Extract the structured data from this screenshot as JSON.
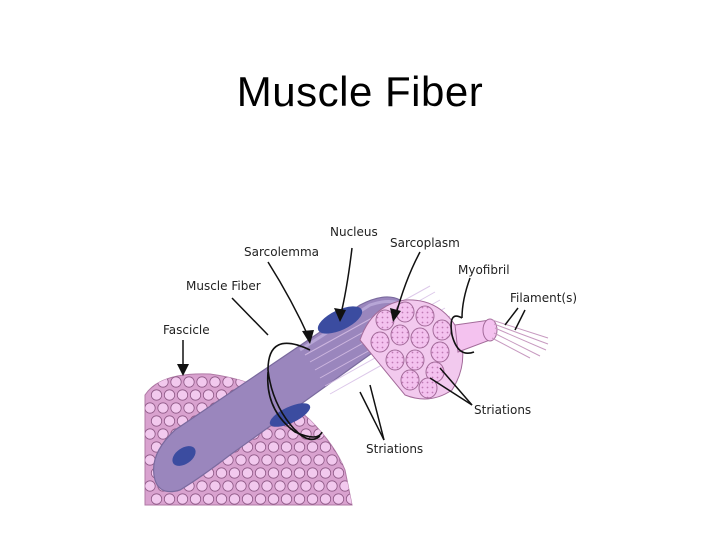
{
  "slide": {
    "title": "Muscle Fiber"
  },
  "diagram": {
    "labels": {
      "nucleus": "Nucleus",
      "sarcolemma": "Sarcolemma",
      "sarcoplasm": "Sarcoplasm",
      "myofibril": "Myofibril",
      "muscle_fiber": "Muscle Fiber",
      "filaments": "Filament(s)",
      "fascicle": "Fascicle",
      "striations_upper": "Striations",
      "striations_lower": "Striations"
    },
    "colors": {
      "fascicle_tissue": "#d9a2cf",
      "cell_fill": "#f2c9ee",
      "fiber": "#9a86bd",
      "nucleus": "#3b4ca0",
      "myofibril": "#f4c2ef",
      "filament": "#c79ac0"
    }
  }
}
